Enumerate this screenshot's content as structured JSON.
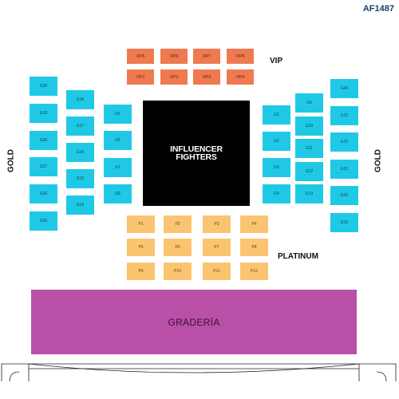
{
  "event_code": "AF1487",
  "ring_label": "INFLUENCER\nFIGHTERS",
  "zones": {
    "vip": "VIP",
    "gold_left": "GOLD",
    "gold_right": "GOLD",
    "platinum": "PLATINUM",
    "graderia": "GRADERÍA"
  },
  "colors": {
    "vip": "#f07a50",
    "gold": "#1fc9e6",
    "platinum": "#fbc470",
    "graderia": "#b850a8",
    "ring": "#000000",
    "code": "#1a3f63"
  },
  "vip_seats": [
    "VIP5",
    "VIP6",
    "VIP7",
    "VIP8",
    "VIP1",
    "VIP2",
    "VIP3",
    "VIP4"
  ],
  "gold_left_outer": [
    "G30",
    "G29",
    "G28",
    "G27",
    "G26",
    "G25"
  ],
  "gold_left_mid": [
    "G18",
    "G17",
    "G16",
    "G15",
    "G14"
  ],
  "gold_left_inner": [
    "G5",
    "G6",
    "G7",
    "G8"
  ],
  "gold_right_inner": [
    "G1",
    "G2",
    "G3",
    "G4"
  ],
  "gold_right_mid": [
    "G9",
    "G10",
    "G11",
    "G12",
    "G13"
  ],
  "gold_right_outer": [
    "G24",
    "G23",
    "G22",
    "G21",
    "G20",
    "G19"
  ],
  "platinum_seats": [
    "P1",
    "P2",
    "P3",
    "P4",
    "P5",
    "P6",
    "P7",
    "P8",
    "P9",
    "P10",
    "P11",
    "P12"
  ]
}
